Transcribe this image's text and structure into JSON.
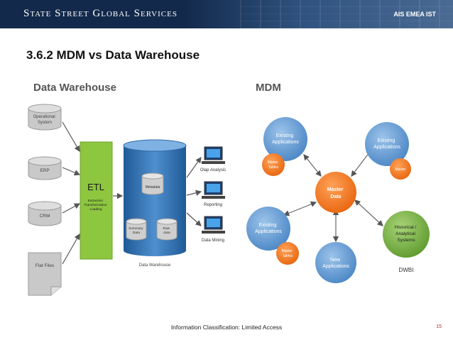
{
  "header": {
    "brand": "State Street Global Services",
    "dept": "AIS EMEA IST"
  },
  "slide": {
    "title": "3.6.2 MDM vs Data Warehouse"
  },
  "dw": {
    "heading": "Data Warehouse",
    "sources": [
      "Operational System",
      "ERP",
      "CRM",
      "Flat Files"
    ],
    "etl": {
      "label": "ETL",
      "sub": "Extraction Transformation Loading"
    },
    "db": {
      "label": "Data Warehouse",
      "metadata": "Metadata",
      "summary": "Summary Data",
      "raw": "Raw data"
    },
    "outputs": [
      "Olap Analysis",
      "Reporting",
      "Data Mining"
    ]
  },
  "mdm": {
    "heading": "MDM",
    "center": "Master Data",
    "nodes": [
      {
        "label": "Existing Applications",
        "badge": "Master Tables"
      },
      {
        "label": "Existing Applications",
        "badge": "Master"
      },
      {
        "label": "Existing Applications",
        "badge": "Master Tables"
      },
      {
        "label": "New Applications",
        "badge": ""
      }
    ],
    "historical": "Historical / Analytical Systems",
    "dwbi": "DWBI"
  },
  "footer": {
    "classification": "Information Classification: Limited Access",
    "page": "15"
  },
  "colors": {
    "header": "#13294b",
    "etl": "#8dc63f",
    "blue_node": "#5b9bd5",
    "orange": "#f47b20",
    "green_node": "#7ab648",
    "db": "#2e75b6"
  }
}
